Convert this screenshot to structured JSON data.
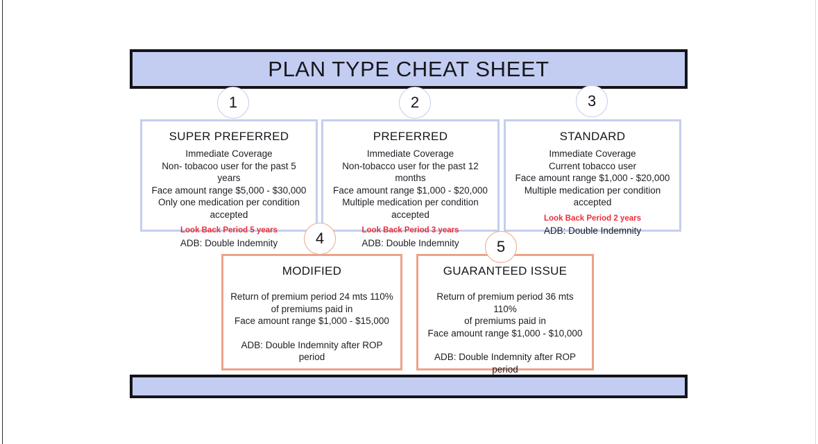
{
  "header": {
    "title": "PLAN TYPE CHEAT SHEET"
  },
  "footer": {
    "text": ""
  },
  "colors": {
    "banner_fill": "#c3cdf2",
    "banner_border": "#13131a",
    "card_border_blue": "#c3cfee",
    "card_border_coral": "#eda287",
    "badge_border_blue": "#c3cfe6",
    "badge_border_coral": "#eeab92",
    "highlight_red": "#ea2f38",
    "text": "#1d1d24",
    "background": "#ffffff"
  },
  "cards": [
    {
      "badge": "1",
      "accent": "blue",
      "title": "SUPER PREFERRED",
      "lines": [
        "Immediate Coverage",
        "Non- tobacoo user for the past 5 years",
        "Face amount range $5,000 - $30,000",
        "Only one medication per condition",
        "accepted"
      ],
      "highlight": "Look Back Period 5 years",
      "footer_line": "ADB: Double Indemnity"
    },
    {
      "badge": "2",
      "accent": "blue",
      "title": "PREFERRED",
      "lines": [
        "Immediate Coverage",
        "Non-tobacco user for the past 12 months",
        "Face amount range $1,000 - $20,000",
        "Multiple medication per condition",
        "accepted"
      ],
      "highlight": "Look Back Period 3 years",
      "footer_line": "ADB: Double Indemnity"
    },
    {
      "badge": "3",
      "accent": "blue",
      "title": "STANDARD",
      "lines": [
        "Immediate Coverage",
        "Current tobacco user",
        "Face amount range $1,000 - $20,000",
        "Multiple medication per condition",
        "accepted"
      ],
      "highlight": "Look Back Period 2 years",
      "footer_line": "ADB: Double Indemnity"
    },
    {
      "badge": "4",
      "accent": "coral",
      "title": "MODIFIED",
      "lines": [
        "Return of premium period 24 mts 110%",
        "of premiums paid in",
        "Face amount range $1,000 - $15,000"
      ],
      "highlight": "",
      "footer_line": "ADB: Double Indemnity after ROP period"
    },
    {
      "badge": "5",
      "accent": "coral",
      "title": "GUARANTEED ISSUE",
      "lines": [
        "Return of premium period 36 mts 110%",
        "of premiums paid in",
        "Face amount range $1,000 - $10,000"
      ],
      "highlight": "",
      "footer_line": "ADB: Double Indemnity after ROP period"
    }
  ]
}
